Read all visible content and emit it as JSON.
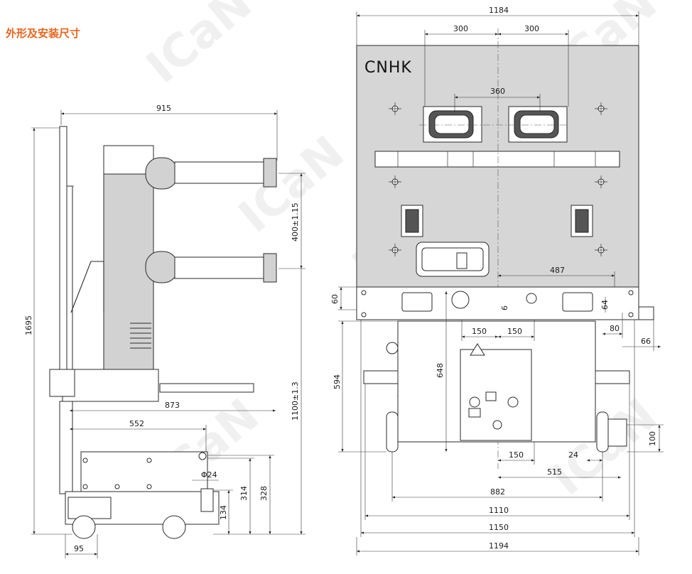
{
  "title": "外形及安装尺寸",
  "brand": "CNHK",
  "watermark": "ICaN",
  "side_view": {
    "dims": {
      "width_top": "915",
      "height_total": "1695",
      "pole_spacing": "400±1.15",
      "bushing_height": "1100±1.3",
      "depth_873": "873",
      "depth_552": "552",
      "hole_dia": "Φ24",
      "h_134": "134",
      "h_314": "314",
      "h_328": "328",
      "w_95": "95"
    }
  },
  "front_view": {
    "dims": {
      "w_1184": "1184",
      "w_300_left": "300",
      "w_300_right": "300",
      "w_360": "360",
      "w_487": "487",
      "h_60": "60",
      "h_6": "6",
      "h_64": "64",
      "w_150_a": "150",
      "w_150_b": "150",
      "w_80": "80",
      "w_66": "66",
      "h_594": "594",
      "h_648": "648",
      "w_150_c": "150",
      "w_24": "24",
      "h_100": "100",
      "w_515": "515",
      "w_882": "882",
      "w_1110": "1110",
      "w_1150": "1150",
      "w_1194": "1194"
    }
  },
  "colors": {
    "title": "#e8651e",
    "panel": "#d6d6d6",
    "line": "#2a2a2a"
  }
}
